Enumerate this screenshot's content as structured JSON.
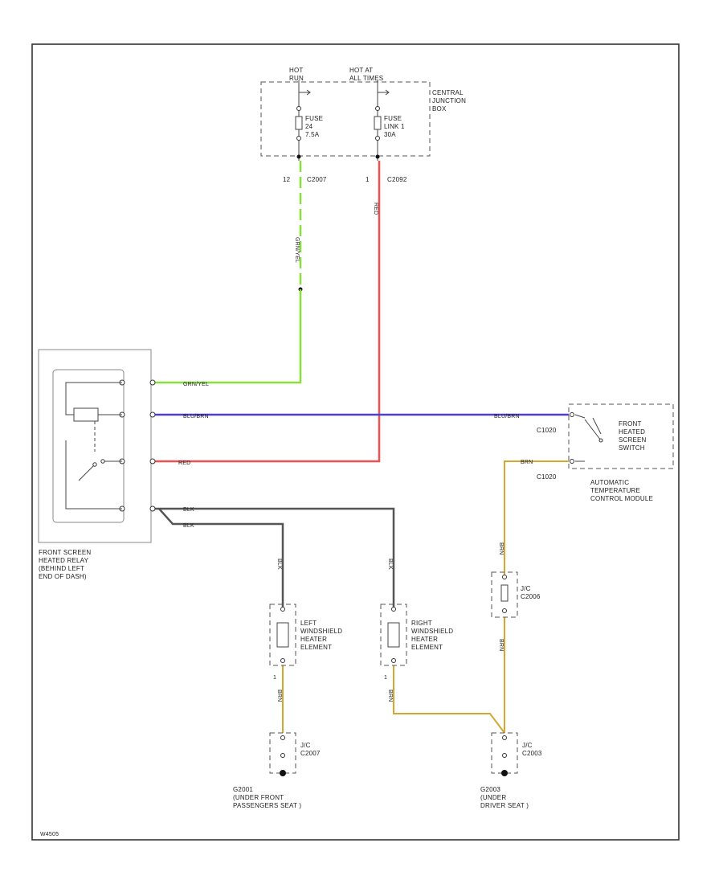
{
  "diagram_id": "W4505",
  "hot_run_label": "HOT\nRUN",
  "hot_all_times_label": "HOT AT\nALL TIMES",
  "central_junction_box": "CENTRAL\nJUNCTION\nBOX",
  "fuse_24": "FUSE\n24\n7.5A",
  "fuse_link_1": "FUSE\nLINK 1\n30A",
  "connector_a": {
    "pin": "12",
    "name": "C2007"
  },
  "connector_b": {
    "pin": "1",
    "name": "C2092"
  },
  "relay_label": "FRONT SCREEN\nHEATED RELAY\n(BEHIND LEFT\nEND OF DASH)",
  "switch_label": "FRONT\nHEATED\nSCREEN\nSWITCH",
  "module_label": "AUTOMATIC\nTEMPERATURE\nCONTROL MODULE",
  "switch_conn_1": "C1020",
  "switch_conn_2": "C1020",
  "left_element": "LEFT\nWINDSHIELD\nHEATER\nELEMENT",
  "right_element": "RIGHT\nWINDSHIELD\nHEATER\nELEMENT",
  "ground_c2006": "J/C\nC2006",
  "ground_c2007": "J/C\nC2007",
  "ground_c2003": "J/C\nC2003",
  "g2001_label": "G2001\n(UNDER FRONT\nPASSENGERS SEAT )",
  "g2003_label": "G2003\n(UNDER\nDRIVER SEAT )",
  "wires": {
    "green": {
      "color": "#88e03a",
      "label": "GRN/YEL"
    },
    "blue": {
      "color": "#4a3fd8",
      "label": "BLU/BRN"
    },
    "red": {
      "color": "#f05050",
      "label": "RED"
    },
    "black": {
      "color": "#555555",
      "label": "BLK"
    },
    "black2": {
      "color": "#555555",
      "label": "BLK"
    },
    "yellow": {
      "color": "#d4a830",
      "label": "BRN"
    }
  }
}
